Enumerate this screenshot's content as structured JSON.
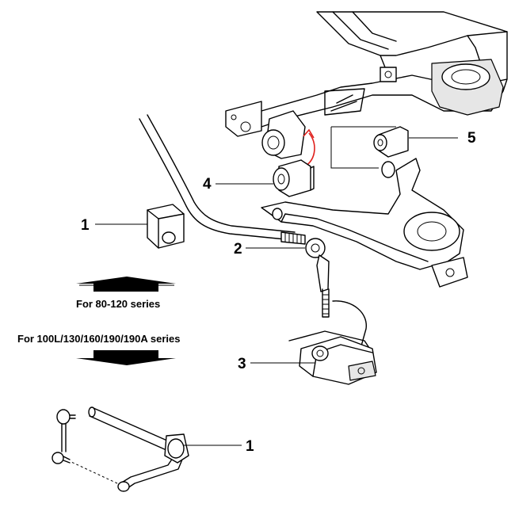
{
  "callouts": {
    "bushing_upper": "1",
    "link": "2",
    "bracket": "3",
    "bushing_mid": "4",
    "bushing_top": "5",
    "bushing_lower": "1"
  },
  "captions": {
    "up": "For 80-120 series",
    "down": "For 100L/130/160/190/190A series"
  },
  "colors": {
    "line": "#000000",
    "arrow_fill": "#000000",
    "highlight_arrow": "#e0201c",
    "background": "#ffffff"
  }
}
